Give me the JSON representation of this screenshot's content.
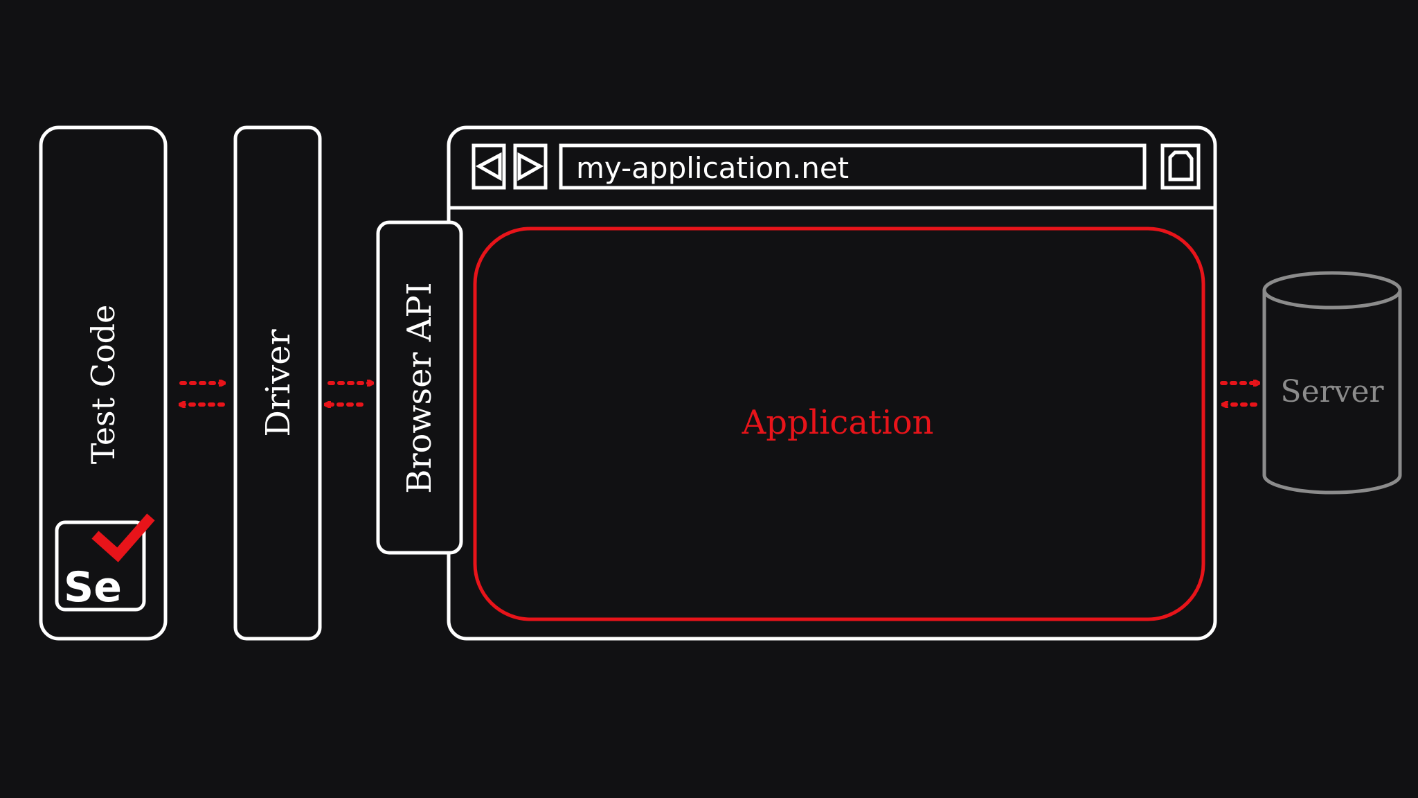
{
  "test_code": {
    "label": "Test Code"
  },
  "selenium_logo": {
    "text": "Se"
  },
  "driver": {
    "label": "Driver"
  },
  "browser_api": {
    "label": "Browser API"
  },
  "browser": {
    "url": "my-application.net",
    "back_icon": "triangle-left-icon",
    "forward_icon": "triangle-right-icon",
    "page_icon": "document-icon"
  },
  "application": {
    "label": "Application"
  },
  "server": {
    "label": "Server"
  },
  "colors": {
    "background": "#111113",
    "outline": "#ffffff",
    "accent": "#e8141a",
    "server": "#8c8c8c"
  }
}
